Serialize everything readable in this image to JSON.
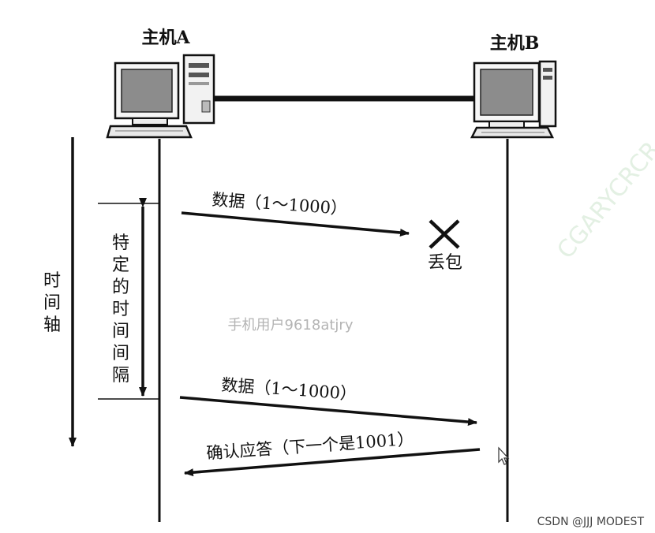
{
  "hosts": {
    "a_label": "主机A",
    "b_label": "主机B"
  },
  "messages": {
    "data1": "数据（1～1000）",
    "loss": "丢包",
    "data2": "数据（1～1000）",
    "ack": "确认应答（下一个是1001）"
  },
  "axis_label": [
    "时",
    "间",
    "轴"
  ],
  "interval_label": [
    "特",
    "定",
    "的",
    "时",
    "间",
    "间",
    "隔"
  ],
  "watermark": "手机用户9618atjry",
  "footer": "CSDN @JJJ MODEST",
  "colors": {
    "line": "#111111",
    "screen": "#8a8a8a",
    "case": "#f2f2f2",
    "watermark": "#b4b4b4",
    "faint_watermark": "#e6f2e6"
  }
}
